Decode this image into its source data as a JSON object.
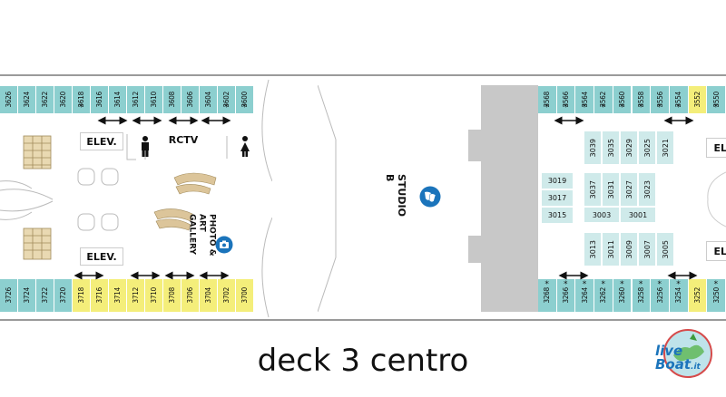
{
  "labels": {
    "elev": "ELEV.",
    "rctv": "RCTV",
    "studio": "STUDIO B",
    "gallery": "PHOTO & ART GALLERY",
    "caption": "deck 3 centro",
    "watermark_1": "live",
    "watermark_2": "Boat",
    "watermark_3": ".it",
    "right_edge_top": "EL",
    "right_edge_bottom": "EL"
  },
  "cabins": {
    "top_left": [
      "3626",
      "3624",
      "3622",
      "3620",
      "3618",
      "3616",
      "3614",
      "3612",
      "3610",
      "3608",
      "3606",
      "3604",
      "3602",
      "3600"
    ],
    "top_left_stars": [
      "3618",
      "3602",
      "3600"
    ],
    "bottom_left": [
      "3726",
      "3724",
      "3722",
      "3720",
      "3718",
      "3716",
      "3714",
      "3712",
      "3710",
      "3708",
      "3706",
      "3704",
      "3702",
      "3700"
    ],
    "bottom_left_yellow": [
      "3718",
      "3716",
      "3714",
      "3712",
      "3710",
      "3708",
      "3706",
      "3704",
      "3702",
      "3700"
    ],
    "top_right": [
      "3568",
      "3566",
      "3564",
      "3562",
      "3560",
      "3558",
      "3556",
      "3554",
      "3552",
      "3550"
    ],
    "top_right_stars": [
      "3568",
      "3566",
      "3564",
      "3562",
      "3560",
      "3558",
      "3556",
      "3554",
      "3550"
    ],
    "top_right_yellow": [
      "3552"
    ],
    "bottom_right": [
      "3268",
      "3266",
      "3264",
      "3262",
      "3260",
      "3258",
      "3256",
      "3254",
      "3252",
      "3250"
    ],
    "bottom_right_stars": [
      "3268",
      "3266",
      "3264",
      "3262",
      "3260",
      "3258",
      "3256",
      "3254",
      "3250"
    ],
    "bottom_right_yellow": [
      "3252"
    ],
    "inner_top": [
      "3039",
      "3035",
      "3029",
      "3025",
      "3021"
    ],
    "inner_mid": [
      "3037",
      "3031",
      "3027",
      "3023"
    ],
    "inner_mid_low": [
      "3003",
      "3001"
    ],
    "inner_bottom": [
      "3013",
      "3011",
      "3009",
      "3007",
      "3005"
    ],
    "inner_left": [
      "3019",
      "3017",
      "3015"
    ]
  },
  "colors": {
    "cabin": "#8ccfcf",
    "cabin_yellow": "#f4ee7a",
    "light_cabin": "#cfeaea",
    "corridor_gray": "#c8c8c8",
    "icon_blue": "#1b74bb",
    "hull_line": "#999999"
  }
}
